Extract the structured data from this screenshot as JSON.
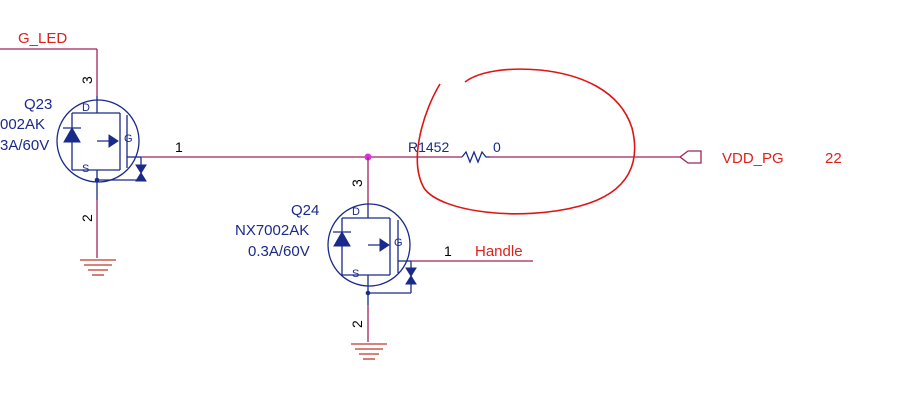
{
  "nets": {
    "g_led": "G_LED",
    "vdd_pg": "VDD_PG",
    "vdd_pg_ref": "22",
    "handle": "Handle"
  },
  "q23": {
    "refdes": "Q23",
    "part": "002AK",
    "rating": "3A/60V",
    "pin_d": "D",
    "pin_s": "S",
    "pin_g": "G",
    "pin1": "1",
    "pin2": "2",
    "pin3": "3"
  },
  "q24": {
    "refdes": "Q24",
    "part": "NX7002AK",
    "rating": "0.3A/60V",
    "pin_d": "D",
    "pin_s": "S",
    "pin_g": "G",
    "pin1": "1",
    "pin2": "2",
    "pin3": "3"
  },
  "r1452": {
    "refdes": "R1452",
    "value": "0"
  },
  "colors": {
    "wire": "#a0245a",
    "device": "#1a2a8a",
    "net_label": "#e0201a",
    "annotation": "#e01414"
  }
}
